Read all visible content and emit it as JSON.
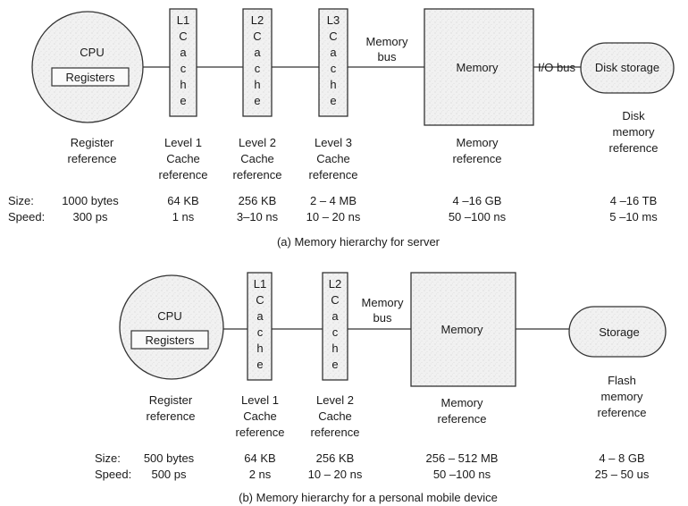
{
  "server": {
    "cpu": {
      "title": "CPU",
      "registers": "Registers"
    },
    "caches": [
      {
        "letters": [
          "L1",
          "C",
          "a",
          "c",
          "h",
          "e"
        ]
      },
      {
        "letters": [
          "L2",
          "C",
          "a",
          "c",
          "h",
          "e"
        ]
      },
      {
        "letters": [
          "L3",
          "C",
          "a",
          "c",
          "h",
          "e"
        ]
      }
    ],
    "memory_bus": [
      "Memory",
      "bus"
    ],
    "memory_label": "Memory",
    "io_bus": "I/O bus",
    "disk_label": "Disk storage",
    "captions": {
      "register": [
        "Register",
        "reference"
      ],
      "l1": [
        "Level 1",
        "Cache",
        "reference"
      ],
      "l2": [
        "Level 2",
        "Cache",
        "reference"
      ],
      "l3": [
        "Level 3",
        "Cache",
        "reference"
      ],
      "memory": [
        "Memory",
        "reference"
      ],
      "disk": [
        "Disk",
        "memory",
        "reference"
      ]
    },
    "size_label": "Size:",
    "speed_label": "Speed:",
    "sizes": [
      "1000 bytes",
      "64 KB",
      "256 KB",
      "2 – 4 MB",
      "4 –16 GB",
      "4 –16 TB"
    ],
    "speeds": [
      "300 ps",
      "1 ns",
      "3–10 ns",
      "10 – 20 ns",
      "50 –100 ns",
      "5 –10 ms"
    ],
    "caption": "(a) Memory hierarchy for server"
  },
  "mobile": {
    "cpu": {
      "title": "CPU",
      "registers": "Registers"
    },
    "caches": [
      {
        "letters": [
          "L1",
          "C",
          "a",
          "c",
          "h",
          "e"
        ]
      },
      {
        "letters": [
          "L2",
          "C",
          "a",
          "c",
          "h",
          "e"
        ]
      }
    ],
    "memory_bus": [
      "Memory",
      "bus"
    ],
    "memory_label": "Memory",
    "storage_label": "Storage",
    "captions": {
      "register": [
        "Register",
        "reference"
      ],
      "l1": [
        "Level 1",
        "Cache",
        "reference"
      ],
      "l2": [
        "Level 2",
        "Cache",
        "reference"
      ],
      "memory": [
        "Memory",
        "reference"
      ],
      "storage": [
        "Flash",
        "memory",
        "reference"
      ]
    },
    "size_label": "Size:",
    "speed_label": "Speed:",
    "sizes": [
      "500 bytes",
      "64 KB",
      "256 KB",
      "256 – 512 MB",
      "4 – 8 GB"
    ],
    "speeds": [
      "500 ps",
      "2 ns",
      "10 – 20 ns",
      "50 –100 ns",
      "25 – 50 us"
    ],
    "caption": "(b) Memory hierarchy for a personal mobile device"
  }
}
